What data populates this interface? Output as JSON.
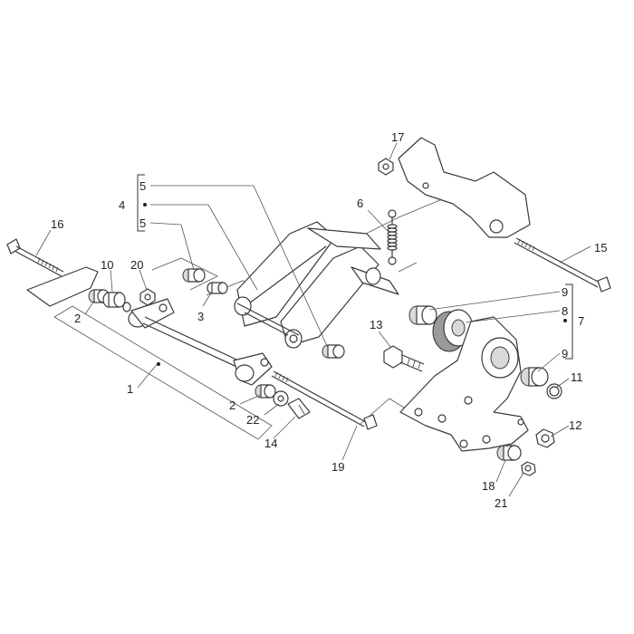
{
  "callouts": [
    {
      "id": "c1",
      "text": "1"
    },
    {
      "id": "c2a",
      "text": "2"
    },
    {
      "id": "c2b",
      "text": "2"
    },
    {
      "id": "c3",
      "text": "3"
    },
    {
      "id": "c4",
      "text": "4"
    },
    {
      "id": "c5a",
      "text": "5"
    },
    {
      "id": "c5b",
      "text": "5"
    },
    {
      "id": "c6",
      "text": "6"
    },
    {
      "id": "c7",
      "text": "7"
    },
    {
      "id": "c8",
      "text": "8"
    },
    {
      "id": "c9a",
      "text": "9"
    },
    {
      "id": "c9b",
      "text": "9"
    },
    {
      "id": "c10",
      "text": "10"
    },
    {
      "id": "c11",
      "text": "11"
    },
    {
      "id": "c12",
      "text": "12"
    },
    {
      "id": "c13",
      "text": "13"
    },
    {
      "id": "c14",
      "text": "14"
    },
    {
      "id": "c15",
      "text": "15"
    },
    {
      "id": "c16",
      "text": "16"
    },
    {
      "id": "c17",
      "text": "17"
    },
    {
      "id": "c18",
      "text": "18"
    },
    {
      "id": "c19",
      "text": "19"
    },
    {
      "id": "c20",
      "text": "20"
    },
    {
      "id": "c21",
      "text": "21"
    },
    {
      "id": "c22",
      "text": "22"
    }
  ]
}
